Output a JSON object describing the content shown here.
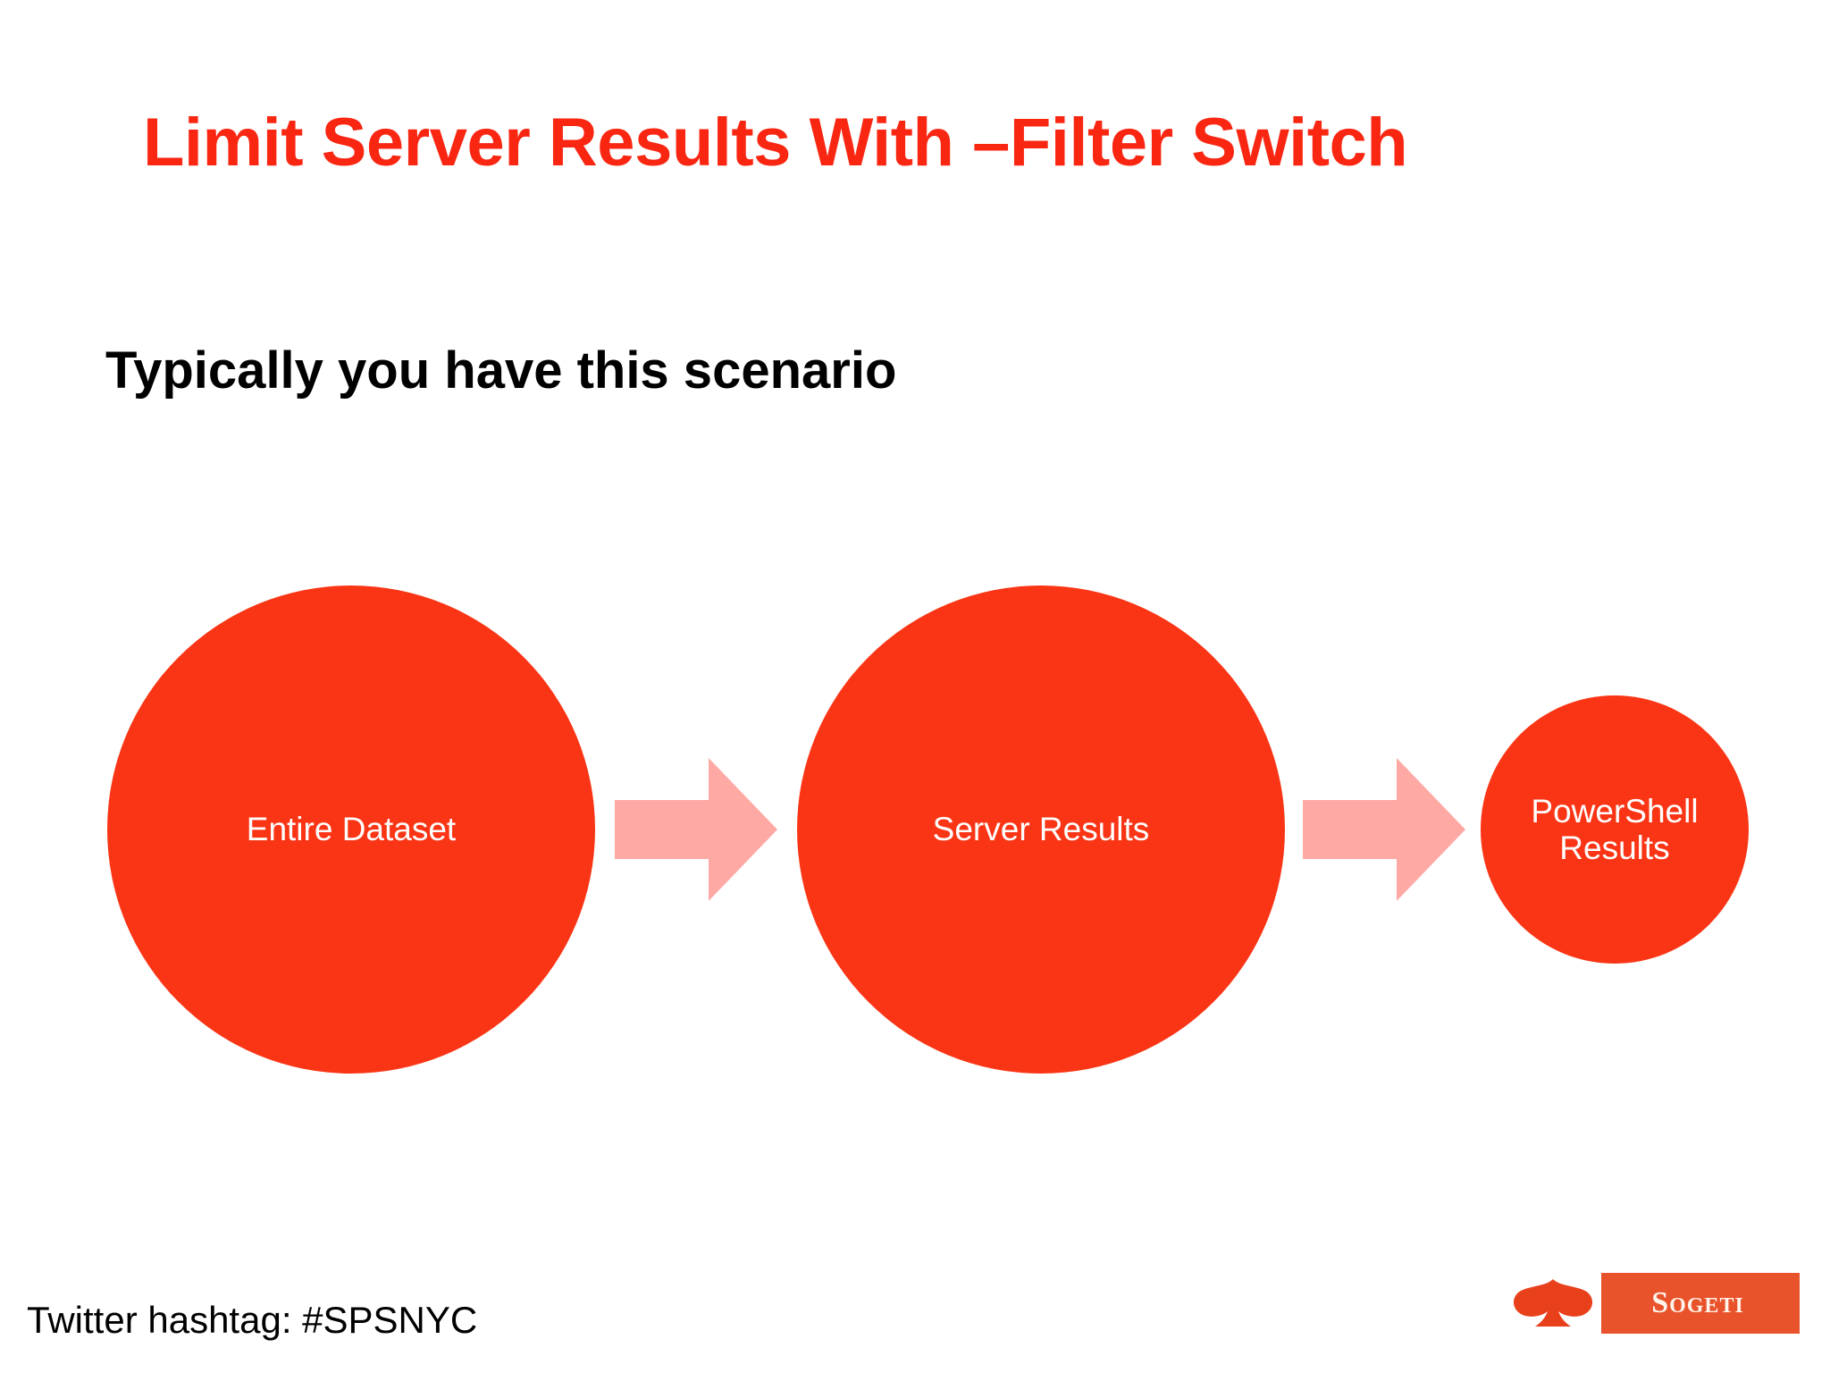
{
  "slide": {
    "title": "Limit Server Results With –Filter Switch",
    "subtitle": "Typically you have this scenario",
    "background_color": "#FFFFFF",
    "title_color": "#F92612",
    "subtitle_color": "#000000"
  },
  "diagram": {
    "type": "flow",
    "accent_color": "#FA3515",
    "arrow_color": "#FFA9A5",
    "node_label_color": "#FFFFFF",
    "nodes": [
      {
        "id": "entire-dataset",
        "label": "Entire Dataset",
        "shape": "circle",
        "relative_size": "large"
      },
      {
        "id": "server-results",
        "label": "Server Results",
        "shape": "circle",
        "relative_size": "large"
      },
      {
        "id": "powershell-results",
        "label": "PowerShell\nResults",
        "shape": "circle",
        "relative_size": "small"
      }
    ],
    "connectors": [
      {
        "id": "arrow-1",
        "from": "entire-dataset",
        "to": "server-results",
        "icon": "arrow-right-block-icon"
      },
      {
        "id": "arrow-2",
        "from": "server-results",
        "to": "powershell-results",
        "icon": "arrow-right-block-icon"
      }
    ]
  },
  "footer": {
    "hashtag_text": "Twitter hashtag: #SPSNYC"
  },
  "logo": {
    "wordmark": "Sogeti",
    "mark_icon": "sogeti-spade-icon",
    "background_color": "#E8532B",
    "mark_background_color": "#FFFFFF"
  }
}
